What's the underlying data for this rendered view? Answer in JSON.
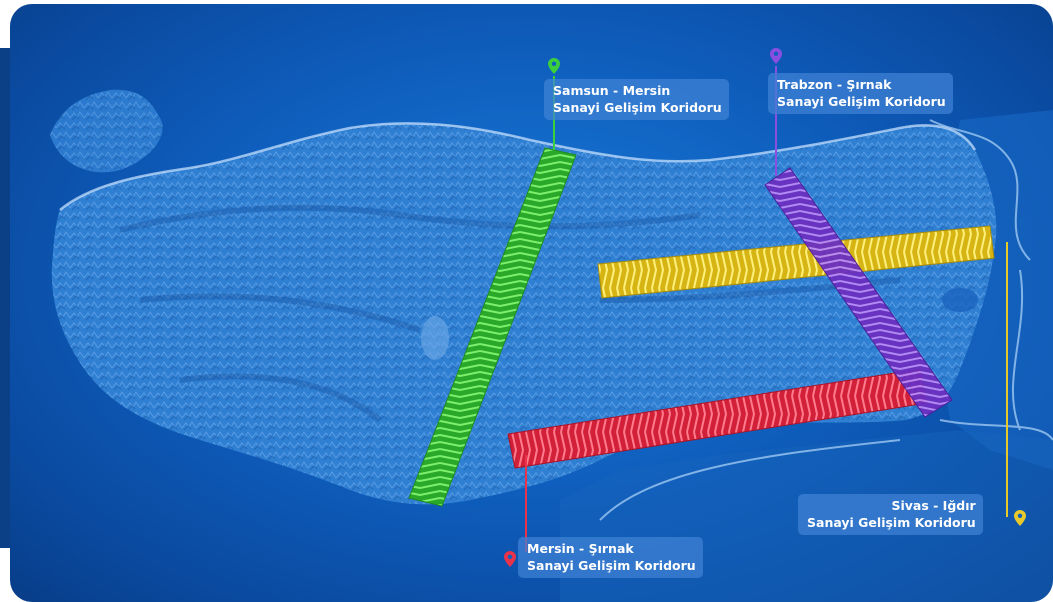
{
  "colors": {
    "samsun_mersin": "#3ccf3c",
    "trabzon_sirnak": "#8a4ee0",
    "sivas_igdir": "#e8c92a",
    "mersin_sirnak": "#e8334a"
  },
  "corridors": [
    {
      "id": "samsun-mersin",
      "line1": "Samsun - Mersin",
      "line2": "Sanayi Gelişim Koridoru",
      "color": "#3ccf3c",
      "icon": "map-pin-icon"
    },
    {
      "id": "trabzon-sirnak",
      "line1": "Trabzon - Şırnak",
      "line2": "Sanayi Gelişim Koridoru",
      "color": "#8a4ee0",
      "icon": "map-pin-icon"
    },
    {
      "id": "sivas-igdir",
      "line1": "Sivas - Iğdır",
      "line2": "Sanayi Gelişim Koridoru",
      "color": "#e8c92a",
      "icon": "map-pin-icon"
    },
    {
      "id": "mersin-sirnak",
      "line1": "Mersin - Şırnak",
      "line2": "Sanayi Gelişim Koridoru",
      "color": "#e8334a",
      "icon": "map-pin-icon"
    }
  ]
}
